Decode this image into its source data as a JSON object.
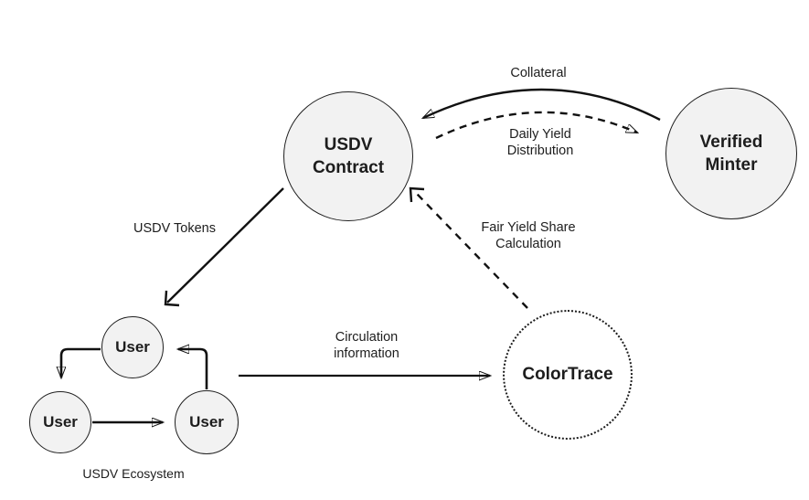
{
  "colors": {
    "background": "#ffffff",
    "node_fill": "#f2f2f2",
    "node_stroke": "#1f1f1f",
    "arrow": "#111111",
    "text": "#1d1d1d"
  },
  "nodes": {
    "usdv_contract": {
      "line1": "USDV",
      "line2": "Contract"
    },
    "verified_minter": {
      "line1": "Verified",
      "line2": "Minter"
    },
    "colortrace": {
      "label": "ColorTrace"
    },
    "user_top": {
      "label": "User"
    },
    "user_left": {
      "label": "User"
    },
    "user_right": {
      "label": "User"
    },
    "ecosystem_caption": "USDV Ecosystem"
  },
  "edges": {
    "collateral": {
      "label": "Collateral",
      "from": "Verified Minter",
      "to": "USDV Contract",
      "style": "solid-curved"
    },
    "daily_yield": {
      "line1": "Daily Yield",
      "line2": "Distribution",
      "from": "USDV Contract",
      "to": "Verified Minter",
      "style": "dashed-curved"
    },
    "fair_yield": {
      "line1": "Fair Yield Share",
      "line2": "Calculation",
      "from": "ColorTrace",
      "to": "USDV Contract",
      "style": "dashed-open-head"
    },
    "usdv_tokens": {
      "label": "USDV Tokens",
      "from": "USDV Contract",
      "to": "User (top)",
      "style": "solid-open-head"
    },
    "circulation": {
      "line1": "Circulation",
      "line2": "information",
      "from": "USDV Ecosystem",
      "to": "ColorTrace",
      "style": "solid"
    },
    "user_top_to_left": {
      "from": "User (top)",
      "to": "User (left)",
      "style": "solid-elbow"
    },
    "user_left_to_right": {
      "from": "User (left)",
      "to": "User (right)",
      "style": "solid"
    },
    "user_right_to_top": {
      "from": "User (right)",
      "to": "User (top)",
      "style": "solid-elbow"
    }
  }
}
